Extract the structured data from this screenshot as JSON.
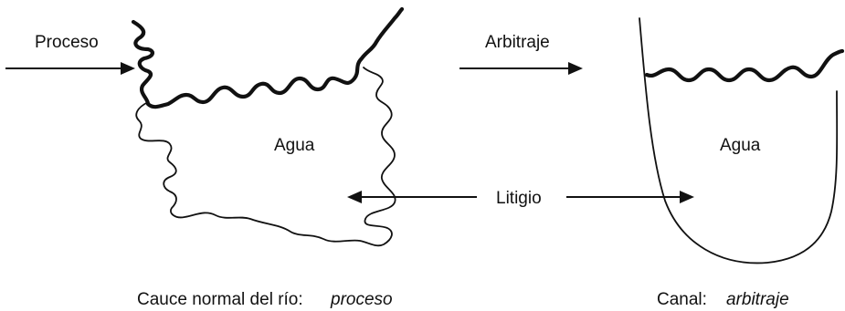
{
  "left_panel": {
    "proceso_label": "Proceso",
    "agua_label": "Agua",
    "caption_prefix": "Cauce normal del río:",
    "caption_term": "proceso"
  },
  "right_panel": {
    "arbitraje_label": "Arbitraje",
    "agua_label": "Agua",
    "caption_prefix": "Canal:",
    "caption_term": "arbitraje"
  },
  "center": {
    "litigio_label": "Litigio"
  }
}
